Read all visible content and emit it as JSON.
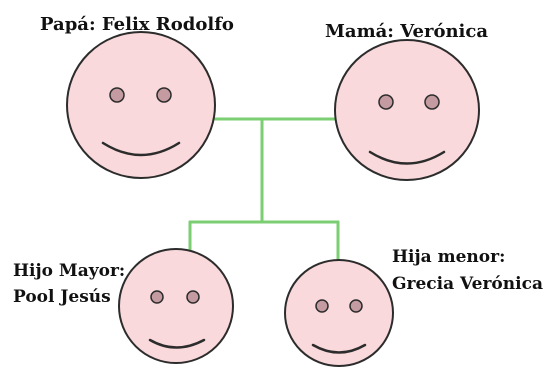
{
  "title": "",
  "members": [
    {
      "id": "father",
      "lines": [
        "Papá: Felix Rodolfo"
      ]
    },
    {
      "id": "mother",
      "lines": [
        "Mamá: Verónica"
      ]
    },
    {
      "id": "son",
      "lines": [
        "Hijo Mayor:",
        "Pool Jesús"
      ]
    },
    {
      "id": "daughter",
      "lines": [
        "Hija menor:",
        "Grecia Verónica"
      ]
    }
  ],
  "relations": [
    {
      "type": "couple",
      "between": [
        "father",
        "mother"
      ]
    },
    {
      "type": "children",
      "parents": [
        "father",
        "mother"
      ],
      "children": [
        "son",
        "daughter"
      ]
    }
  ],
  "colors": {
    "face_fill": "#f9d9db",
    "face_stroke": "#2c2c2c",
    "eye_fill": "#c39ba1",
    "connector": "#7bcf72",
    "text": "#111111"
  }
}
